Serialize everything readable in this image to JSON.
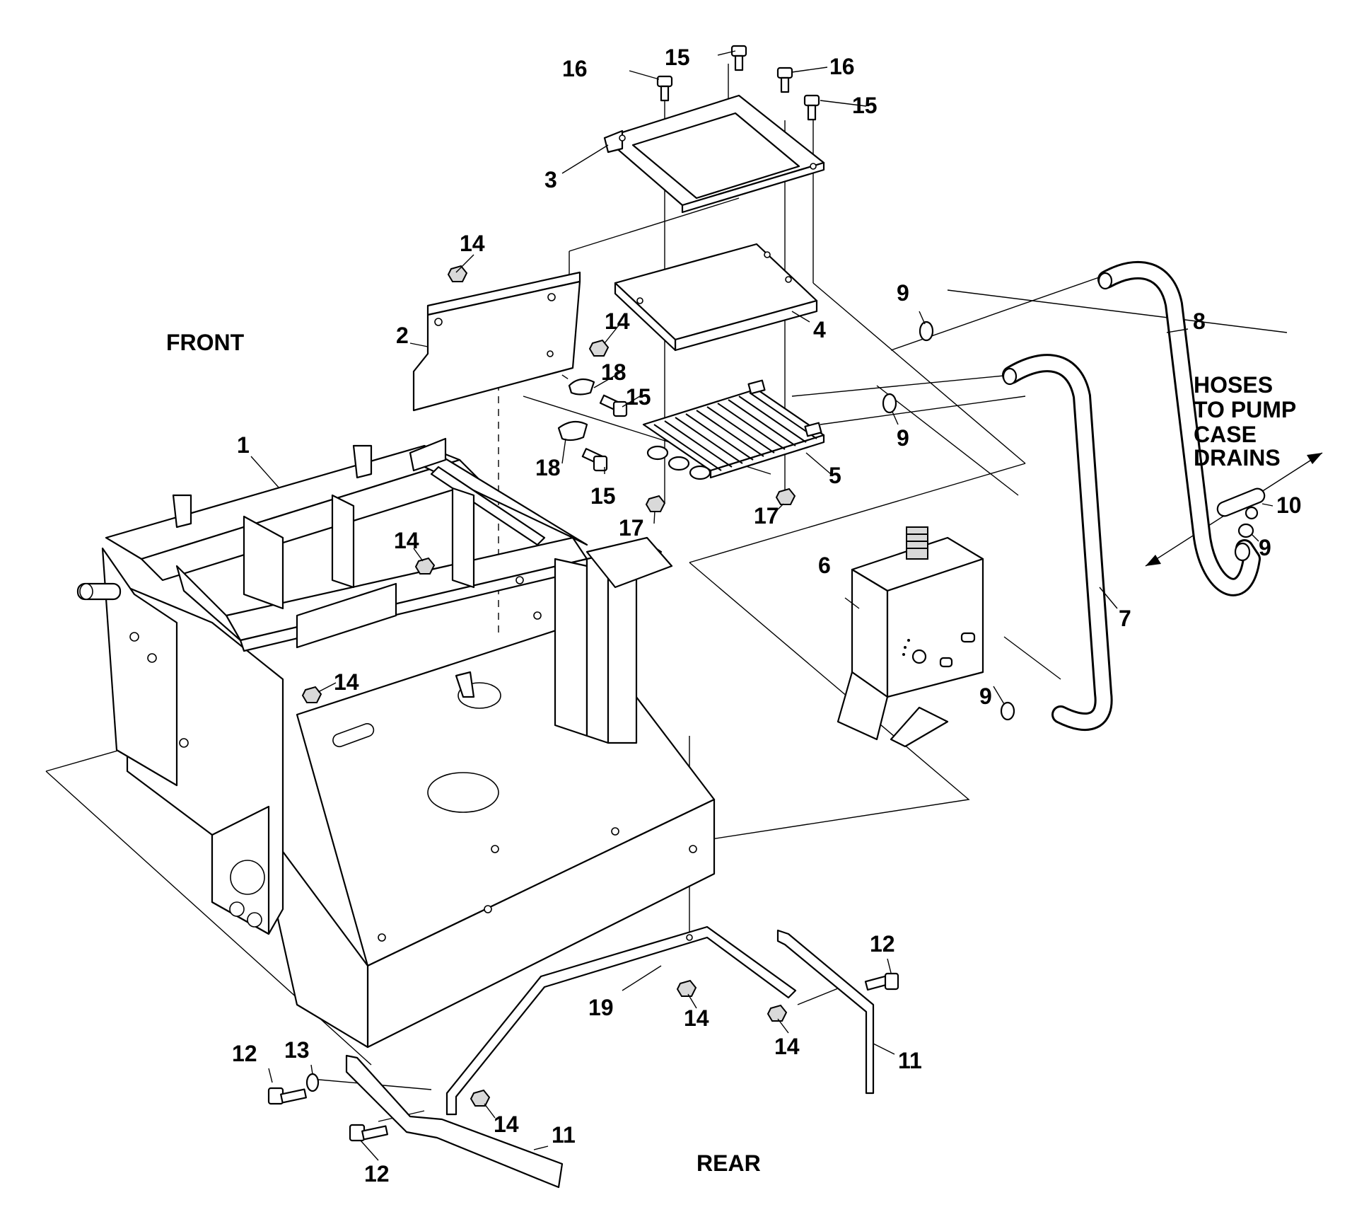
{
  "text": {
    "front": "FRONT",
    "rear": "REAR",
    "hoses_note": [
      "HOSES",
      "TO PUMP",
      "CASE",
      "DRAINS"
    ]
  },
  "callouts": {
    "c1": "1",
    "c2": "2",
    "c3": "3",
    "c4": "4",
    "c5": "5",
    "c6": "6",
    "c7": "7",
    "c8": "8",
    "c9a": "9",
    "c9b": "9",
    "c9c": "9",
    "c9d": "9",
    "c10": "10",
    "c11a": "11",
    "c11b": "11",
    "c12a": "12",
    "c12b": "12",
    "c12c": "12",
    "c13": "13",
    "c14a": "14",
    "c14b": "14",
    "c14c": "14",
    "c14d": "14",
    "c14e": "14",
    "c14f": "14",
    "c14g": "14",
    "c15a": "15",
    "c15b": "15",
    "c15c": "15",
    "c15d": "15",
    "c16a": "16",
    "c16b": "16",
    "c17a": "17",
    "c17b": "17",
    "c18a": "18",
    "c18b": "18",
    "c19": "19"
  }
}
